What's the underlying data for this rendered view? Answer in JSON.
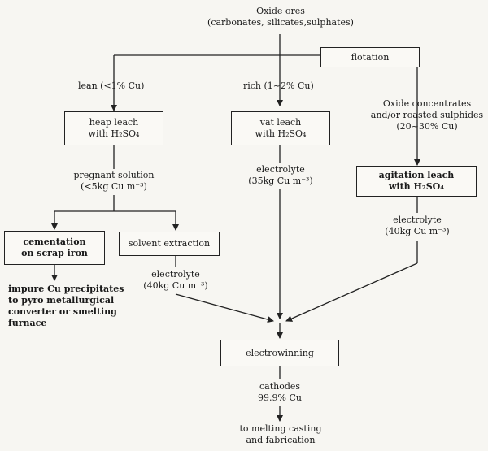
{
  "source": {
    "line1": "Oxide  ores",
    "line2": "(carbonates, silicates,sulphates)"
  },
  "flotation": "flotation",
  "lean": "lean (<1% Cu)",
  "rich": "rich  (1~2%  Cu)",
  "concentrates": {
    "line1": "Oxide concentrates",
    "line2": "and/or roasted sulphides",
    "line3": "(20~30% Cu)"
  },
  "heap_leach": {
    "line1": "heap leach",
    "line2": "with H₂SO₄"
  },
  "vat_leach": {
    "line1": "vat leach",
    "line2": "with H₂SO₄"
  },
  "agitation_leach": {
    "line1": "agitation leach",
    "line2": "with  H₂SO₄"
  },
  "pregnant": {
    "line1": "pregnant solution",
    "line2": "(<5kg Cu m⁻³)"
  },
  "electrolyte_vat": {
    "line1": "electrolyte",
    "line2": "(35kg Cu m⁻³)"
  },
  "electrolyte_agit": {
    "line1": "electrolyte",
    "line2": "(40kg Cu m⁻³)"
  },
  "cementation": {
    "line1": "cementation",
    "line2": "on  scrap iron"
  },
  "solvent_extraction": "solvent extraction",
  "electrolyte_sx": {
    "line1": "electrolyte",
    "line2": "(40kg Cu m⁻³)"
  },
  "impure": {
    "line1": "impure  Cu  precipitates",
    "line2": "to pyro metallurgical",
    "line3": "converter  or  smelting",
    "line4": "furnace"
  },
  "electrowinning": "electrowinning",
  "cathodes": {
    "line1": "cathodes",
    "line2": "99.9% Cu"
  },
  "final": {
    "line1": "to melting casting",
    "line2": "and fabrication"
  }
}
